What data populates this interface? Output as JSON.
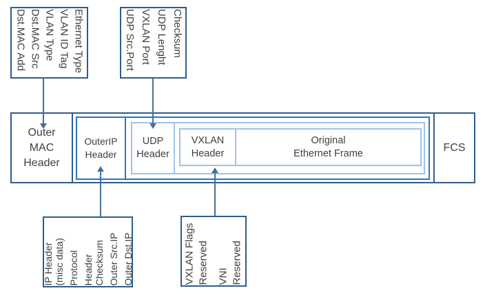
{
  "callouts": {
    "top_left": {
      "lines": [
        "Ethernet Type",
        "VLAN ID Tag",
        "VLAN Type",
        "Dst.MAC Src",
        "Dst.MAC Add"
      ]
    },
    "top_middle": {
      "lines": [
        "Checksum",
        "UDP Lenght",
        "VXLAN Port",
        "UDP Src.Port"
      ]
    },
    "bottom_left": {
      "lines": [
        "IP Header",
        "(misc data)",
        "Protocol",
        "Header",
        "Checksum",
        "Outer Src.IP",
        "Outer Dst.IP"
      ]
    },
    "bottom_middle": {
      "lines": [
        "VXLAN Flags",
        "Reserved",
        "VNI",
        "Reserved"
      ]
    }
  },
  "frame": {
    "outer_mac_header": "Outer\nMAC\nHeader",
    "outer_ip_header": "OuterIP\nHeader",
    "udp_header": "UDP\nHeader",
    "vxlan_header": "VXLAN\nHeader",
    "original_ethernet_frame": "Original\nEthernet Frame",
    "fcs": "FCS"
  },
  "colors": {
    "dark_border": "#2e5c8a",
    "medium_border": "#2e75b6",
    "light_border": "#9dc3e6",
    "arrow": "#41719c",
    "text": "#3f3f3f",
    "background": "#ffffff"
  }
}
